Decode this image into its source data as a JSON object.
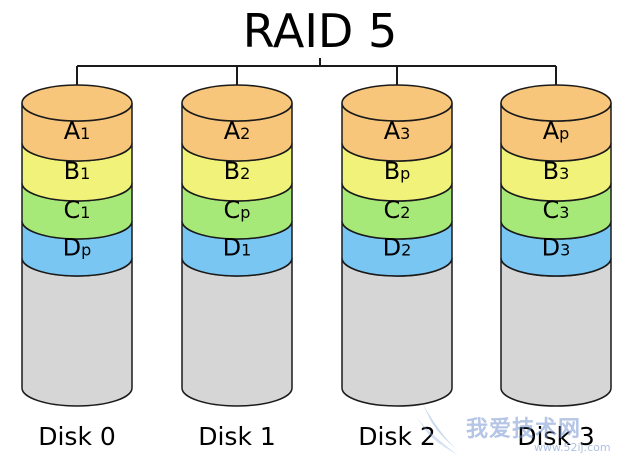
{
  "title": "RAID 5",
  "colors": {
    "a": "#f7c67a",
    "b": "#f1f27a",
    "c": "#a7e978",
    "d": "#7ac6f2",
    "empty": "#d6d6d6"
  },
  "disks": [
    {
      "label": "Disk 0",
      "blocks": [
        {
          "main": "A",
          "sub": "1",
          "row": "a"
        },
        {
          "main": "B",
          "sub": "1",
          "row": "b"
        },
        {
          "main": "C",
          "sub": "1",
          "row": "c"
        },
        {
          "main": "D",
          "sub": "p",
          "row": "d"
        }
      ]
    },
    {
      "label": "Disk 1",
      "blocks": [
        {
          "main": "A",
          "sub": "2",
          "row": "a"
        },
        {
          "main": "B",
          "sub": "2",
          "row": "b"
        },
        {
          "main": "C",
          "sub": "p",
          "row": "c"
        },
        {
          "main": "D",
          "sub": "1",
          "row": "d"
        }
      ]
    },
    {
      "label": "Disk 2",
      "blocks": [
        {
          "main": "A",
          "sub": "3",
          "row": "a"
        },
        {
          "main": "B",
          "sub": "p",
          "row": "b"
        },
        {
          "main": "C",
          "sub": "2",
          "row": "c"
        },
        {
          "main": "D",
          "sub": "2",
          "row": "d"
        }
      ]
    },
    {
      "label": "Disk 3",
      "blocks": [
        {
          "main": "A",
          "sub": "p",
          "row": "a"
        },
        {
          "main": "B",
          "sub": "3",
          "row": "b"
        },
        {
          "main": "C",
          "sub": "3",
          "row": "c"
        },
        {
          "main": "D",
          "sub": "3",
          "row": "d"
        }
      ]
    }
  ],
  "watermark": {
    "text": "我爱技术网",
    "url": "www.52ij.com"
  }
}
